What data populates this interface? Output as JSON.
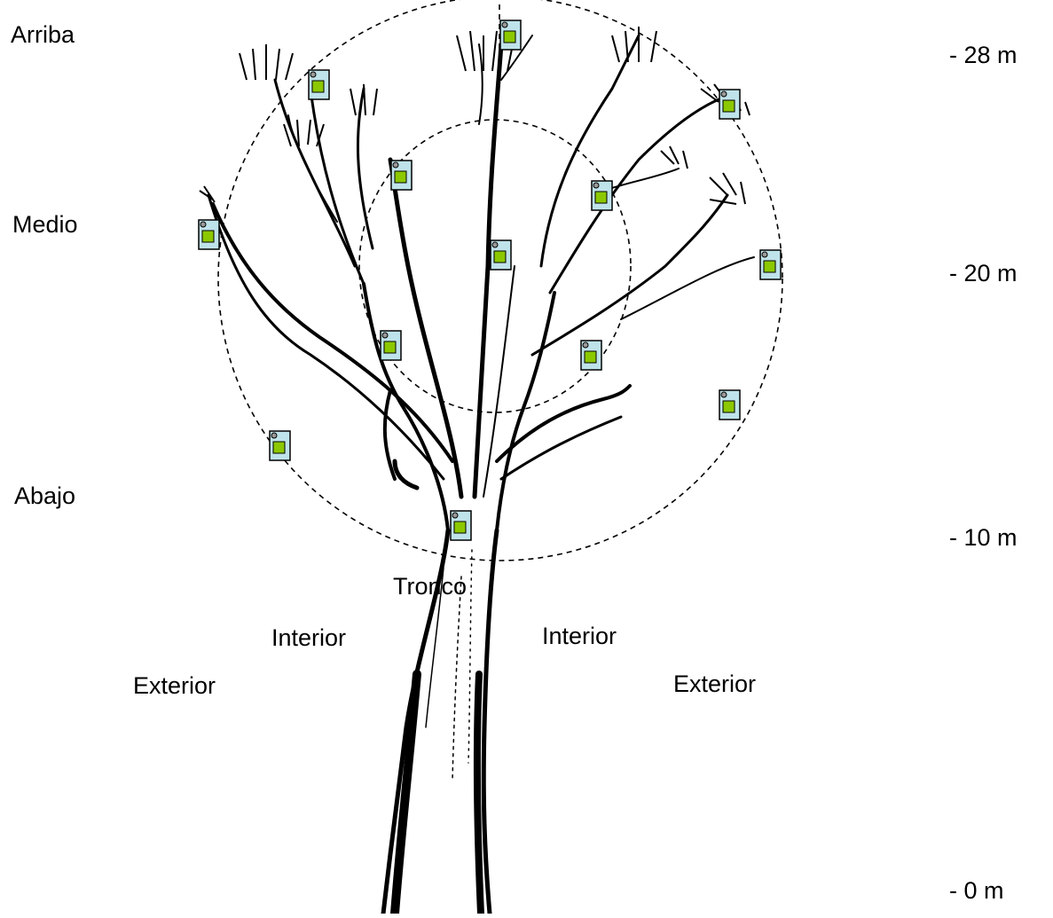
{
  "height_levels": {
    "top": "Arriba",
    "middle": "Medio",
    "bottom": "Abajo"
  },
  "zones": {
    "trunk": "Tronco",
    "inner_left": "Interior",
    "inner_right": "Interior",
    "outer_left": "Exterior",
    "outer_right": "Exterior"
  },
  "height_scale": [
    "- 28 m",
    "- 20 m",
    "- 10 m",
    "-  0 m"
  ],
  "colors": {
    "sampler_fill": "#bfe3ea",
    "sampler_square": "#8cc800",
    "guide_line": "#000000"
  },
  "icons": {
    "sampler": "sampler-trap-icon"
  }
}
